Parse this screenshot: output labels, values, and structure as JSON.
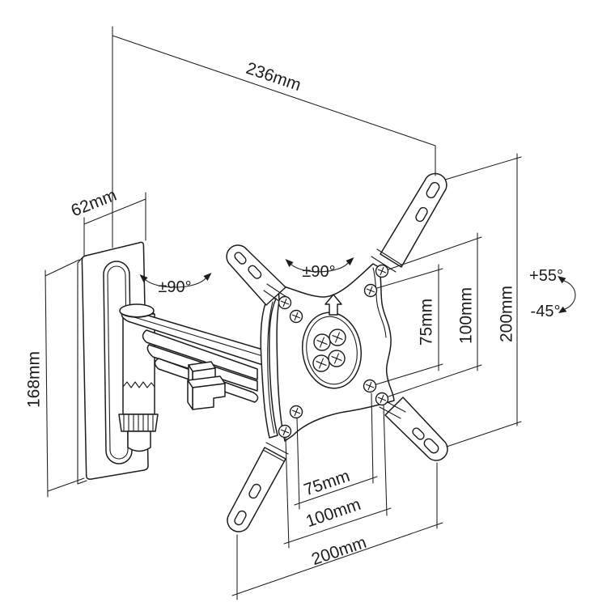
{
  "diagram": {
    "labels": {
      "arm_reach": "236mm",
      "wall_plate_depth": "62mm",
      "wall_plate_height": "168mm",
      "arm_swivel": "±90°",
      "plate_swivel": "±90°",
      "tilt_up": "+55°",
      "tilt_down": "-45°",
      "right": {
        "vesa_75": "75mm",
        "vesa_100": "100mm",
        "plate_200": "200mm"
      },
      "bottom": {
        "vesa_75": "75mm",
        "vesa_100": "100mm",
        "plate_200": "200mm"
      }
    },
    "colors": {
      "line": "#1d1d1b",
      "background": "#ffffff"
    }
  }
}
